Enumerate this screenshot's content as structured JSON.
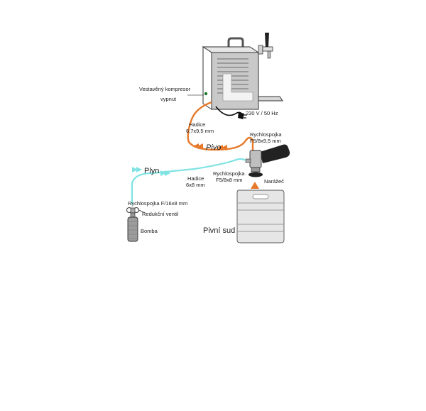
{
  "labels": {
    "compressor": [
      "Vestavěný kompresor",
      "vypnut"
    ],
    "power": "230 V / 50 Hz",
    "hose_beer": [
      "Hadice",
      "6,7x9,5 mm"
    ],
    "quick_beer": [
      "Rychlospojka",
      "F5/8x9,5 mm"
    ],
    "beer": "Pivo",
    "gas": "Plyn",
    "hose_gas": [
      "Hadice",
      "6x8 mm"
    ],
    "quick_gas_keg": [
      "Rychlospojka",
      "F5/8x8 mm"
    ],
    "coupler": "Narážeč",
    "quick_gas_bottle": "Rychlospojka F/16x8 mm",
    "reducer": "Redukční ventil",
    "bottle": "Bomba",
    "keg": "Pivní sud"
  },
  "colors": {
    "beer_line": "#e8792a",
    "gas_line": "#7fe3e3",
    "cooler_body": "#c9c9c9",
    "keg_body": "#e4e4e4",
    "outline": "#333333"
  },
  "icons": [
    "cooler-unit",
    "beer-tap-icon",
    "power-plug-icon",
    "keg-coupler-icon",
    "gas-cylinder-icon",
    "beer-keg-icon"
  ]
}
